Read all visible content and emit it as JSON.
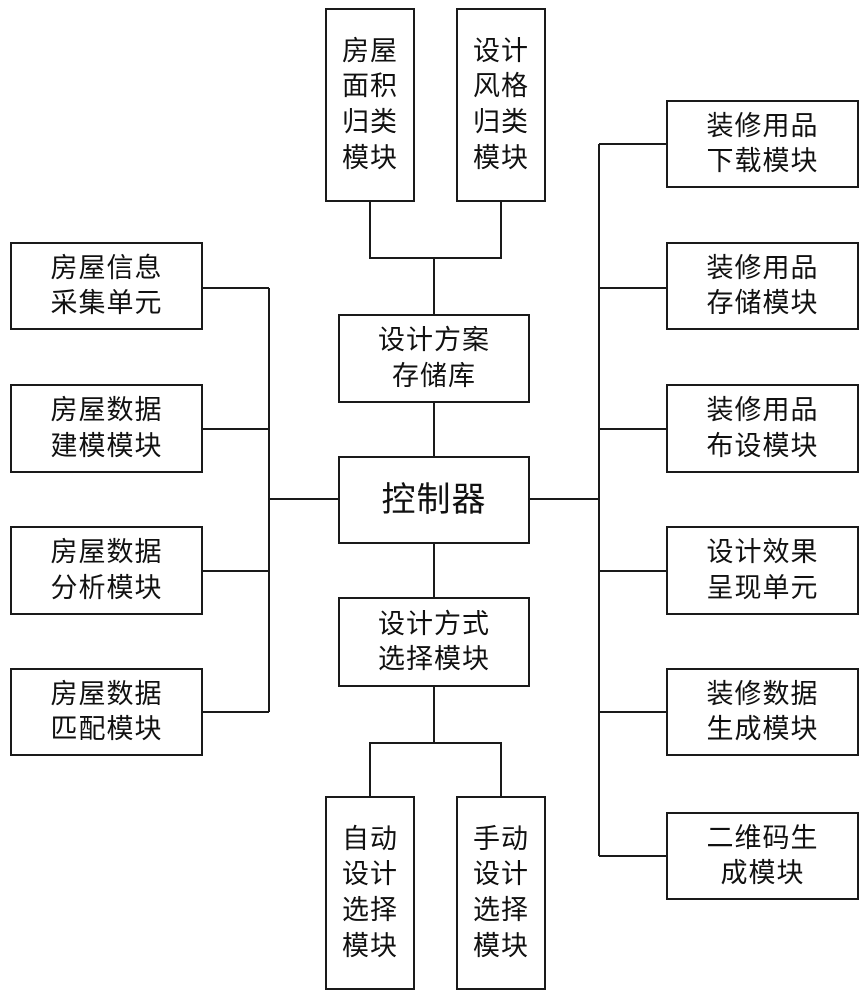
{
  "modules": {
    "house_area": "房屋\n面积\n归类\n模块",
    "design_style": "设计\n风格\n归类\n模块",
    "scheme_repo": "设计方案\n存储库",
    "controller": "控制器",
    "design_mode": "设计方式\n选择模块",
    "auto_design": "自动\n设计\n选择\n模块",
    "manual_design": "手动\n设计\n选择\n模块",
    "info_collect": "房屋信息\n采集单元",
    "data_model": "房屋数据\n建模模块",
    "data_analysis": "房屋数据\n分析模块",
    "data_match": "房屋数据\n匹配模块",
    "supply_download": "装修用品\n下载模块",
    "supply_storage": "装修用品\n存储模块",
    "supply_layout": "装修用品\n布设模块",
    "effect_present": "设计效果\n呈现单元",
    "deco_data_gen": "装修数据\n生成模块",
    "qr_gen": "二维码生\n成模块"
  }
}
